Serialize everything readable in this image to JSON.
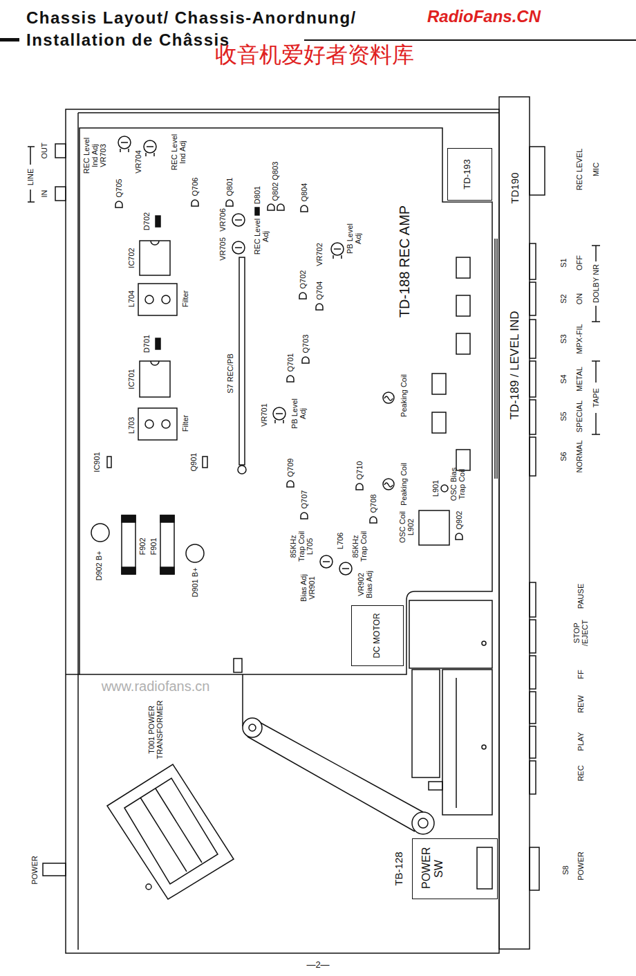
{
  "diagram": {
    "title": "Chassis Layout/ Chassis-Anordnung/ Installation de Châssis",
    "nodes": [
      {
        "text": [
          "TD-193"
        ]
      },
      {
        "text": [
          "DC MOTOR"
        ]
      },
      {
        "text": [
          "TB-128",
          "POWER SW"
        ]
      }
    ],
    "labels": [
      "RadioFans.CN",
      "收音机爱好者资料库",
      "LINE",
      "OUT",
      "IN",
      "REC Level Ind Adj VR703",
      "VR704",
      "REC Level Ind Adj",
      "Q705",
      "Q706",
      "Q801",
      "D801",
      "Q802 Q803",
      "Q804",
      "D702",
      "VR706",
      "VR705",
      "REC Level Adj",
      "IC702",
      "L704",
      "Filter",
      "TD-188 REC AMP",
      "Q702",
      "Q704",
      "VR702",
      "PB Level Adj",
      "D701",
      "IC701",
      "L703",
      "Filter",
      "S7 REC/PB",
      "Q701",
      "Q703",
      "VR701",
      "PB Level Adj",
      "Peaking Coil",
      "IC901",
      "Q901",
      "Q709",
      "Q710",
      "Peaking Coil",
      "Q707",
      "Q708",
      "L901",
      "OSC Bias Trap Coil",
      "Q902",
      "OSC Coil L902",
      "F902",
      "F901",
      "D902 B+",
      "D901 B+",
      "85KHz Trap Coil L705",
      "L706",
      "85KHz Trap Coil",
      "Bias Adj VR901",
      "VR902 Bias Adj",
      "T001 POWER TRANSFORMER",
      "TD190",
      "TD-189 / LEVEL IND",
      "REC LEVEL",
      "MIC",
      "S1",
      "OFF",
      "S2",
      "ON",
      "S3",
      "MPX-FIL",
      "S4",
      "METAL",
      "S5",
      "SPECIAL",
      "S6",
      "NORMAL",
      "DOLBY NR",
      "TAPE",
      "PAUSE",
      "STOP /EJECT",
      "FF",
      "REW",
      "PLAY",
      "REC",
      "S8",
      "POWER",
      "POWER",
      "www.radiofans.cn",
      "—2—"
    ]
  }
}
